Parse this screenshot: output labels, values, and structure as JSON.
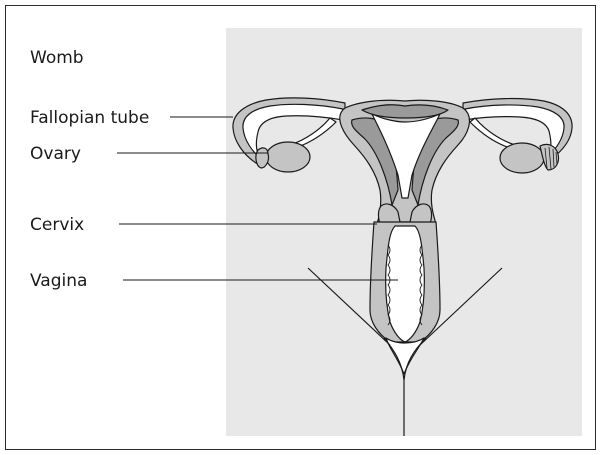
{
  "title": "Womb",
  "labels": {
    "fallopian_tube": "Fallopian tube",
    "ovary": "Ovary",
    "cervix": "Cervix",
    "vagina": "Vagina"
  },
  "colors": {
    "panel": "#e8e8e8",
    "tissue": "#c4c4c4",
    "tissue_dark": "#9a9a9a",
    "outline": "#1a1a1a",
    "cavity": "#ffffff"
  }
}
